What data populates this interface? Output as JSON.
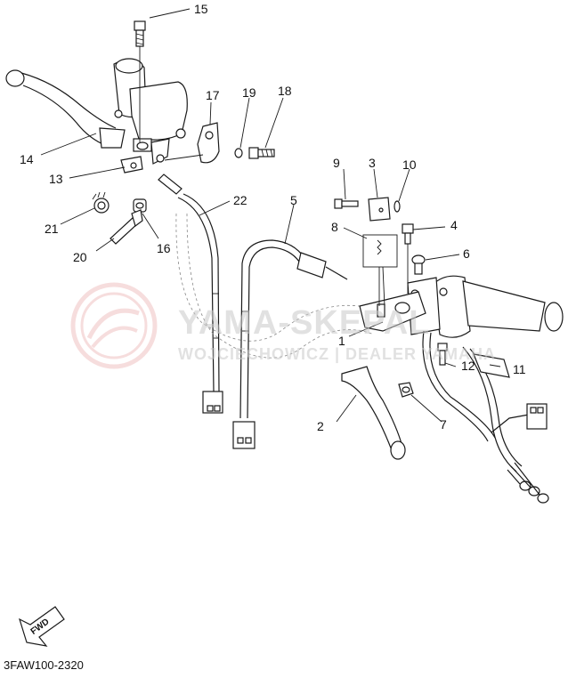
{
  "diagram": {
    "code": "3FAW100-2320",
    "fwd_label": "FWD",
    "watermark": {
      "line1": "YAMA-SKEPAL",
      "line2": "WOJCIECHOWICZ | DEALER YAMAHA"
    },
    "colors": {
      "line": "#1a1a1a",
      "watermark": "#e8a0a0",
      "background": "#ffffff"
    },
    "labels": {
      "p1": "1",
      "p2": "2",
      "p3": "3",
      "p4": "4",
      "p5": "5",
      "p6": "6",
      "p7": "7",
      "p8": "8",
      "p9": "9",
      "p10": "10",
      "p11": "11",
      "p12": "12",
      "p13": "13",
      "p14": "14",
      "p15": "15",
      "p16": "16",
      "p17": "17",
      "p18": "18",
      "p19": "19",
      "p20": "20",
      "p21": "21",
      "p22": "22"
    }
  }
}
